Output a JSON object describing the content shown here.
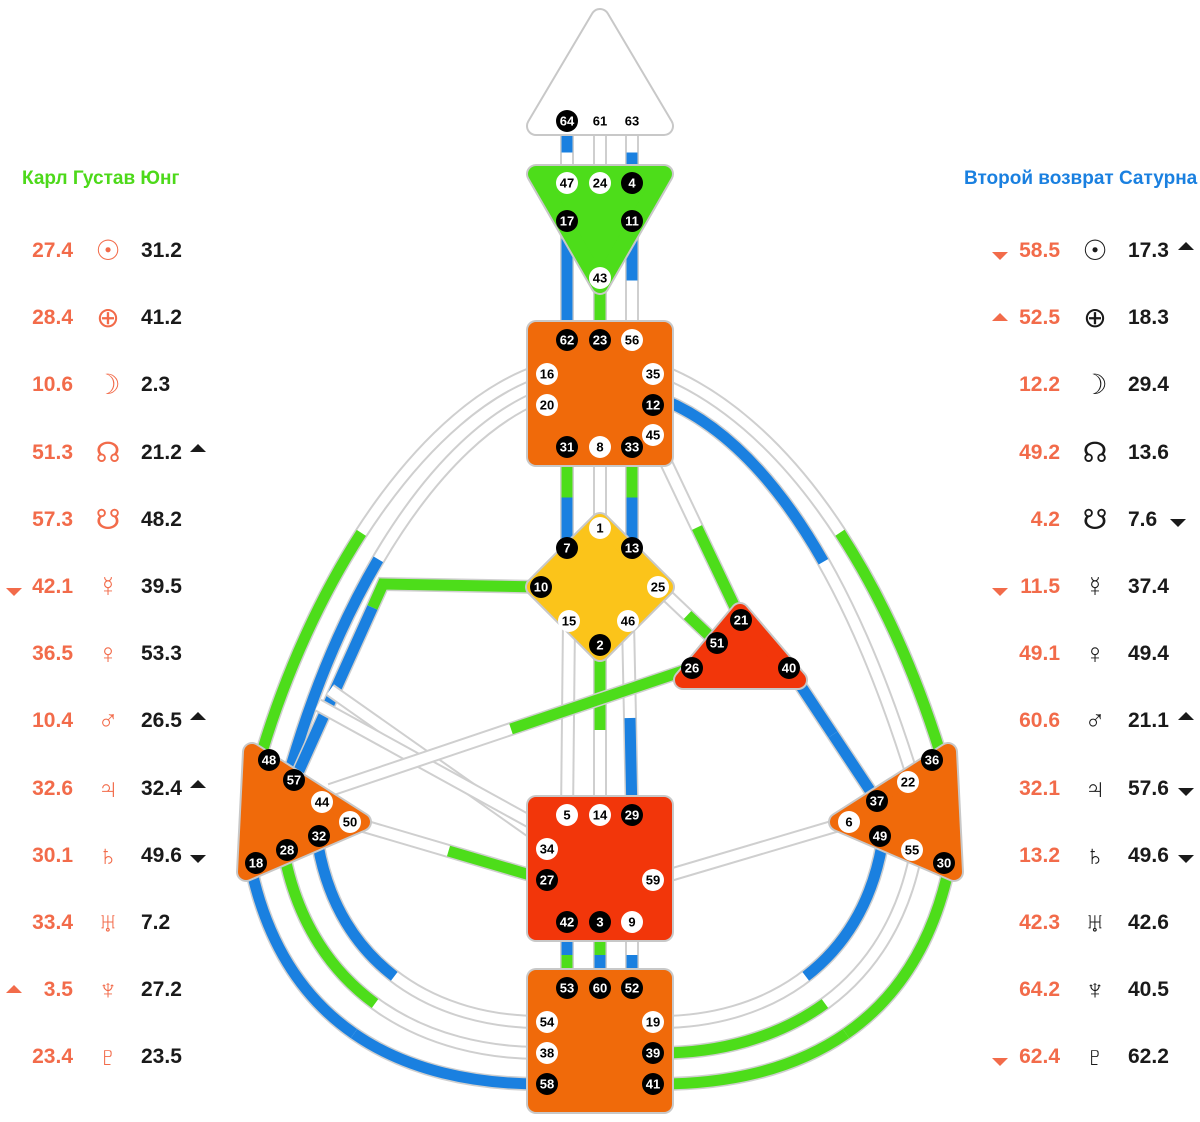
{
  "colors": {
    "design": "#f26b4a",
    "personality": "#1a1a1a",
    "green": "#4ddd1a",
    "blue": "#1a80e0",
    "left_title": "#4dd91a",
    "right_title": "#1a80e0"
  },
  "left": {
    "title": "Карл Густав Юнг",
    "symbol_color": "#f26b4a",
    "planets": [
      {
        "name": "sun-icon",
        "symbol": "☉",
        "design": "27.4",
        "personality": "31.2",
        "design_arrow": "",
        "personality_arrow": ""
      },
      {
        "name": "earth-icon",
        "symbol": "⊕",
        "design": "28.4",
        "personality": "41.2",
        "design_arrow": "",
        "personality_arrow": ""
      },
      {
        "name": "moon-icon",
        "symbol": "☽",
        "design": "10.6",
        "personality": "2.3",
        "design_arrow": "",
        "personality_arrow": ""
      },
      {
        "name": "north-node-icon",
        "symbol": "☊",
        "design": "51.3",
        "personality": "21.2",
        "design_arrow": "",
        "personality_arrow": "up"
      },
      {
        "name": "south-node-icon",
        "symbol": "☋",
        "design": "57.3",
        "personality": "48.2",
        "design_arrow": "",
        "personality_arrow": ""
      },
      {
        "name": "mercury-icon",
        "symbol": "☿",
        "design": "42.1",
        "personality": "39.5",
        "design_arrow": "down",
        "personality_arrow": ""
      },
      {
        "name": "venus-icon",
        "symbol": "♀",
        "design": "36.5",
        "personality": "53.3",
        "design_arrow": "",
        "personality_arrow": ""
      },
      {
        "name": "mars-icon",
        "symbol": "♂",
        "design": "10.4",
        "personality": "26.5",
        "design_arrow": "",
        "personality_arrow": "up"
      },
      {
        "name": "jupiter-icon",
        "symbol": "♃",
        "design": "32.6",
        "personality": "32.4",
        "design_arrow": "",
        "personality_arrow": "up"
      },
      {
        "name": "saturn-icon",
        "symbol": "♄",
        "design": "30.1",
        "personality": "49.6",
        "design_arrow": "",
        "personality_arrow": "down"
      },
      {
        "name": "uranus-icon",
        "symbol": "♅",
        "design": "33.4",
        "personality": "7.2",
        "design_arrow": "",
        "personality_arrow": ""
      },
      {
        "name": "neptune-icon",
        "symbol": "♆",
        "design": "3.5",
        "personality": "27.2",
        "design_arrow": "up",
        "personality_arrow": ""
      },
      {
        "name": "pluto-icon",
        "symbol": "♇",
        "design": "23.4",
        "personality": "23.5",
        "design_arrow": "",
        "personality_arrow": ""
      }
    ]
  },
  "right": {
    "title": "Второй возврат Сатурна",
    "symbol_color": "#1a1a1a",
    "planets": [
      {
        "name": "sun-icon",
        "symbol": "☉",
        "design": "58.5",
        "personality": "17.3",
        "design_arrow": "down",
        "personality_arrow": "up"
      },
      {
        "name": "earth-icon",
        "symbol": "⊕",
        "design": "52.5",
        "personality": "18.3",
        "design_arrow": "up",
        "personality_arrow": ""
      },
      {
        "name": "moon-icon",
        "symbol": "☽",
        "design": "12.2",
        "personality": "29.4",
        "design_arrow": "",
        "personality_arrow": ""
      },
      {
        "name": "north-node-icon",
        "symbol": "☊",
        "design": "49.2",
        "personality": "13.6",
        "design_arrow": "",
        "personality_arrow": ""
      },
      {
        "name": "south-node-icon",
        "symbol": "☋",
        "design": "4.2",
        "personality": "7.6",
        "design_arrow": "",
        "personality_arrow": "down"
      },
      {
        "name": "mercury-icon",
        "symbol": "☿",
        "design": "11.5",
        "personality": "37.4",
        "design_arrow": "down",
        "personality_arrow": ""
      },
      {
        "name": "venus-icon",
        "symbol": "♀",
        "design": "49.1",
        "personality": "49.4",
        "design_arrow": "",
        "personality_arrow": ""
      },
      {
        "name": "mars-icon",
        "symbol": "♂",
        "design": "60.6",
        "personality": "21.1",
        "design_arrow": "",
        "personality_arrow": "up"
      },
      {
        "name": "jupiter-icon",
        "symbol": "♃",
        "design": "32.1",
        "personality": "57.6",
        "design_arrow": "",
        "personality_arrow": "down"
      },
      {
        "name": "saturn-icon",
        "symbol": "♄",
        "design": "13.2",
        "personality": "49.6",
        "design_arrow": "",
        "personality_arrow": "down"
      },
      {
        "name": "uranus-icon",
        "symbol": "♅",
        "design": "42.3",
        "personality": "42.6",
        "design_arrow": "",
        "personality_arrow": ""
      },
      {
        "name": "neptune-icon",
        "symbol": "♆",
        "design": "64.2",
        "personality": "40.5",
        "design_arrow": "",
        "personality_arrow": ""
      },
      {
        "name": "pluto-icon",
        "symbol": "♇",
        "design": "62.4",
        "personality": "62.2",
        "design_arrow": "down",
        "personality_arrow": ""
      }
    ]
  },
  "centers": [
    {
      "id": "head",
      "fill": "#ffffff",
      "gates": [
        [
          "64",
          1
        ],
        [
          "61",
          0
        ],
        [
          "63",
          0
        ]
      ]
    },
    {
      "id": "ajna",
      "fill": "#4ddd1a",
      "gates": [
        [
          "47",
          0
        ],
        [
          "24",
          0
        ],
        [
          "4",
          1
        ],
        [
          "17",
          1
        ],
        [
          "11",
          1
        ],
        [
          "43",
          0
        ]
      ]
    },
    {
      "id": "throat",
      "fill": "#f06a0a",
      "gates": [
        [
          "62",
          1
        ],
        [
          "23",
          1
        ],
        [
          "56",
          0
        ],
        [
          "16",
          0
        ],
        [
          "35",
          0
        ],
        [
          "20",
          0
        ],
        [
          "12",
          1
        ],
        [
          "45",
          0
        ],
        [
          "31",
          1
        ],
        [
          "8",
          0
        ],
        [
          "33",
          1
        ]
      ]
    },
    {
      "id": "g",
      "fill": "#fbc41a",
      "gates": [
        [
          "1",
          0
        ],
        [
          "7",
          1
        ],
        [
          "13",
          1
        ],
        [
          "10",
          1
        ],
        [
          "25",
          0
        ],
        [
          "15",
          0
        ],
        [
          "46",
          0
        ],
        [
          "2",
          1
        ]
      ]
    },
    {
      "id": "heart",
      "fill": "#f2360a",
      "gates": [
        [
          "21",
          1
        ],
        [
          "51",
          1
        ],
        [
          "26",
          1
        ],
        [
          "40",
          1
        ]
      ]
    },
    {
      "id": "sacral",
      "fill": "#f2360a",
      "gates": [
        [
          "5",
          0
        ],
        [
          "14",
          0
        ],
        [
          "29",
          1
        ],
        [
          "34",
          0
        ],
        [
          "27",
          1
        ],
        [
          "59",
          0
        ],
        [
          "42",
          1
        ],
        [
          "3",
          1
        ],
        [
          "9",
          0
        ]
      ]
    },
    {
      "id": "root",
      "fill": "#f06a0a",
      "gates": [
        [
          "53",
          1
        ],
        [
          "60",
          1
        ],
        [
          "52",
          1
        ],
        [
          "54",
          0
        ],
        [
          "19",
          0
        ],
        [
          "38",
          0
        ],
        [
          "39",
          1
        ],
        [
          "58",
          1
        ],
        [
          "41",
          1
        ]
      ]
    },
    {
      "id": "spleen",
      "fill": "#f06a0a",
      "gates": [
        [
          "48",
          1
        ],
        [
          "57",
          1
        ],
        [
          "44",
          0
        ],
        [
          "50",
          0
        ],
        [
          "32",
          1
        ],
        [
          "28",
          1
        ],
        [
          "18",
          1
        ]
      ]
    },
    {
      "id": "solar-plexus",
      "fill": "#f06a0a",
      "gates": [
        [
          "36",
          1
        ],
        [
          "22",
          0
        ],
        [
          "37",
          1
        ],
        [
          "6",
          0
        ],
        [
          "49",
          1
        ],
        [
          "55",
          0
        ],
        [
          "30",
          1
        ]
      ]
    }
  ],
  "channels": [
    {
      "id": "64-47",
      "a": "blue",
      "b": ""
    },
    {
      "id": "61-24",
      "a": "",
      "b": ""
    },
    {
      "id": "63-4",
      "a": "",
      "b": "blue"
    },
    {
      "id": "17-62",
      "a": "blue",
      "b": "blue"
    },
    {
      "id": "43-23",
      "a": "green",
      "b": "green"
    },
    {
      "id": "11-56",
      "a": "blue",
      "b": ""
    },
    {
      "id": "31-7",
      "a": "green",
      "b": "blue"
    },
    {
      "id": "8-1",
      "a": "",
      "b": ""
    },
    {
      "id": "33-13",
      "a": "green",
      "b": "blue"
    },
    {
      "id": "15-5",
      "a": "",
      "b": ""
    },
    {
      "id": "2-14",
      "a": "green",
      "b": ""
    },
    {
      "id": "46-29",
      "a": "",
      "b": "blue"
    },
    {
      "id": "42-53",
      "a": "blue",
      "b": "green"
    },
    {
      "id": "3-60",
      "a": "green",
      "b": "blue"
    },
    {
      "id": "9-52",
      "a": "",
      "b": "blue"
    },
    {
      "id": "16-48",
      "a": "",
      "b": "green"
    },
    {
      "id": "20-57",
      "a": "",
      "b": "blue"
    },
    {
      "id": "10-57",
      "a": "green",
      "b": "blue"
    },
    {
      "id": "10-34",
      "a": "",
      "b": ""
    },
    {
      "id": "57-34",
      "a": "",
      "b": ""
    },
    {
      "id": "35-36",
      "a": "",
      "b": "green"
    },
    {
      "id": "12-22",
      "a": "blue",
      "b": ""
    },
    {
      "id": "45-21",
      "a": "",
      "b": "green"
    },
    {
      "id": "25-51",
      "a": "",
      "b": "green"
    },
    {
      "id": "26-44",
      "a": "green",
      "b": ""
    },
    {
      "id": "40-37",
      "a": "blue",
      "b": "blue"
    },
    {
      "id": "50-27",
      "a": "",
      "b": "green"
    },
    {
      "id": "6-59",
      "a": "",
      "b": ""
    },
    {
      "id": "18-58",
      "a": "blue",
      "b": "blue"
    },
    {
      "id": "28-38",
      "a": "green",
      "b": ""
    },
    {
      "id": "32-54",
      "a": "blue",
      "b": ""
    },
    {
      "id": "30-41",
      "a": "green",
      "b": "green"
    },
    {
      "id": "55-39",
      "a": "",
      "b": "green"
    },
    {
      "id": "49-19",
      "a": "blue",
      "b": ""
    }
  ]
}
